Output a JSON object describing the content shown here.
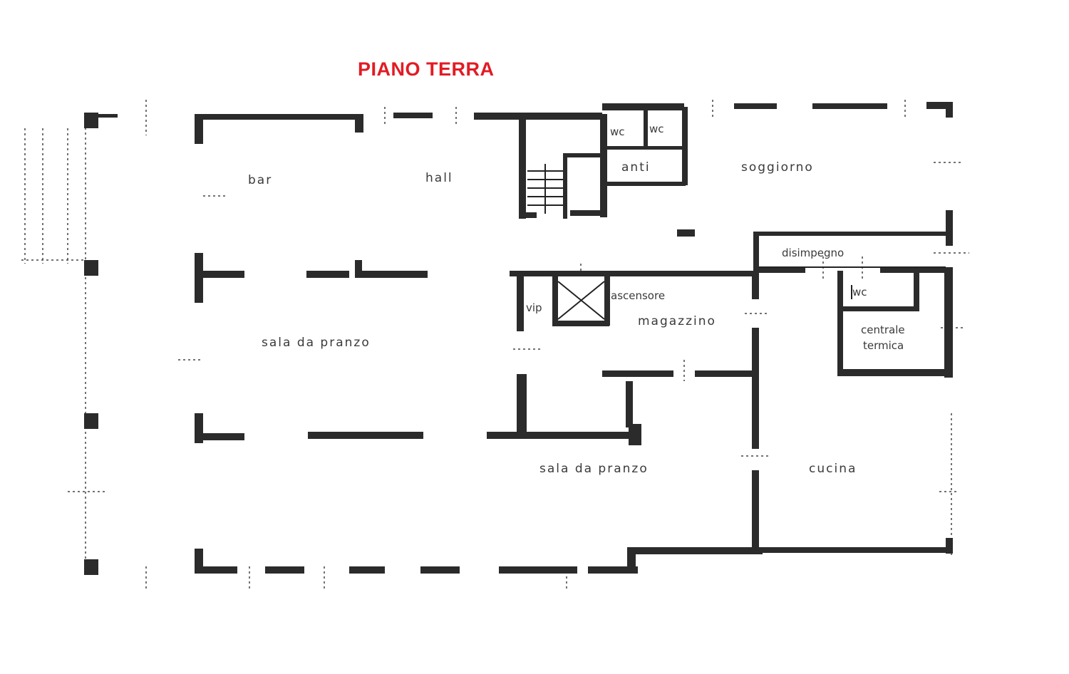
{
  "title": "PIANO TERRA",
  "colors": {
    "title": "#e21b24",
    "walls": "#2b2b2b",
    "background": "#ffffff"
  },
  "rooms": {
    "bar": "bar",
    "hall": "hall",
    "wc_1": "wc",
    "wc_2": "wc",
    "anti": "anti",
    "soggiorno": "soggiorno",
    "disimpegno": "disimpegno",
    "vip": "vip",
    "ascensore": "ascensore",
    "magazzino": "magazzino",
    "wc_3": "wc",
    "centrale_line1": "centrale",
    "centrale_line2": "termica",
    "sala_da_pranzo_1": "sala da pranzo",
    "sala_da_pranzo_2": "sala da pranzo",
    "cucina": "cucina"
  }
}
